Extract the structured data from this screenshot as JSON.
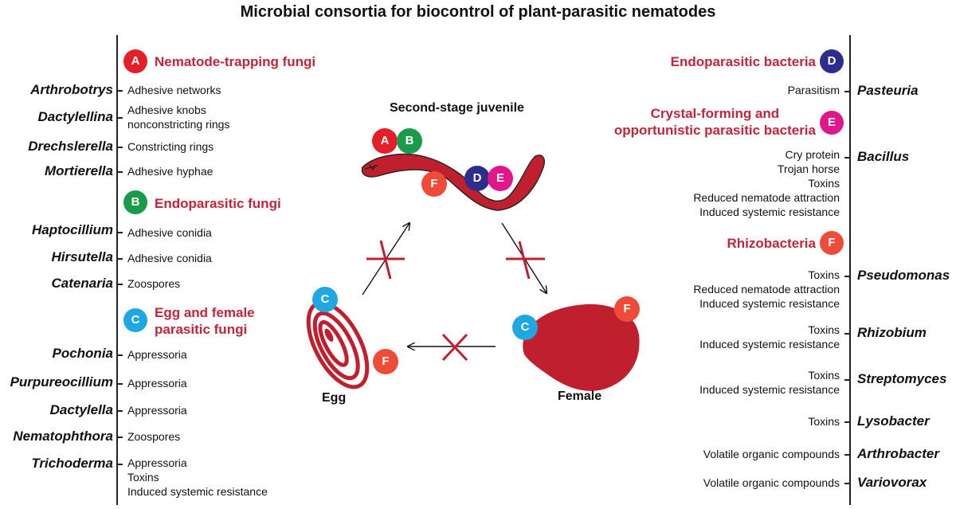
{
  "title": "Microbial consortia for biocontrol of plant-parasitic nematodes",
  "colors": {
    "A": "#e32028",
    "B": "#1a9b4a",
    "C": "#1ea7e1",
    "D": "#2d2d8c",
    "E": "#e0168b",
    "F": "#ef4b39",
    "nematode": "#c0202e",
    "category_text": "#c0253a"
  },
  "badges": {
    "A": "A",
    "B": "B",
    "C": "C",
    "D": "D",
    "E": "E",
    "F": "F"
  },
  "left": {
    "categories": [
      {
        "badge": "A",
        "label": "Nematode-trapping fungi"
      },
      {
        "badge": "B",
        "label": "Endoparasitic fungi"
      },
      {
        "badge": "C",
        "label_line1": "Egg and female",
        "label_line2": "parasitic fungi"
      }
    ],
    "rows": [
      {
        "genus": "Arthrobotrys",
        "desc": [
          "Adhesive networks"
        ]
      },
      {
        "genus": "Dactylellina",
        "desc": [
          "Adhesive knobs",
          "nonconstricting rings"
        ]
      },
      {
        "genus": "Drechslerella",
        "desc": [
          "Constricting rings"
        ]
      },
      {
        "genus": "Mortierella",
        "desc": [
          "Adhesive hyphae"
        ]
      },
      {
        "genus": "Haptocillium",
        "desc": [
          "Adhesive conidia"
        ]
      },
      {
        "genus": "Hirsutella",
        "desc": [
          "Adhesive conidia"
        ]
      },
      {
        "genus": "Catenaria",
        "desc": [
          "Zoospores"
        ]
      },
      {
        "genus": "Pochonia",
        "desc": [
          "Appressoria"
        ]
      },
      {
        "genus": "Purpureocillium",
        "desc": [
          "Appressoria"
        ]
      },
      {
        "genus": "Dactylella",
        "desc": [
          "Appressoria"
        ]
      },
      {
        "genus": "Nematophthora",
        "desc": [
          "Zoospores"
        ]
      },
      {
        "genus": "Trichoderma",
        "desc": [
          "Appressoria",
          "Toxins",
          "Induced systemic resistance"
        ]
      }
    ]
  },
  "right": {
    "categories": [
      {
        "badge": "D",
        "label": "Endoparasitic bacteria"
      },
      {
        "badge": "E",
        "label_line1": "Crystal-forming and",
        "label_line2": "opportunistic parasitic bacteria"
      },
      {
        "badge": "F",
        "label": "Rhizobacteria"
      }
    ],
    "rows": [
      {
        "genus": "Pasteuria",
        "desc": [
          "Parasitism"
        ]
      },
      {
        "genus": "Bacillus",
        "desc": [
          "Cry protein",
          "Trojan horse",
          "Toxins",
          "Reduced nematode attraction",
          "Induced systemic resistance"
        ]
      },
      {
        "genus": "Pseudomonas",
        "desc": [
          "Toxins",
          "Reduced nematode attraction",
          "Induced systemic resistance"
        ]
      },
      {
        "genus": "Rhizobium",
        "desc": [
          "Toxins",
          "Induced systemic resistance"
        ]
      },
      {
        "genus": "Streptomyces",
        "desc": [
          "Toxins",
          "Induced systemic resistance"
        ]
      },
      {
        "genus": "Lysobacter",
        "desc": [
          "Toxins"
        ]
      },
      {
        "genus": "Arthrobacter",
        "desc": [
          "Volatile organic compounds"
        ]
      },
      {
        "genus": "Variovorax",
        "desc": [
          "Volatile organic compounds"
        ]
      }
    ]
  },
  "lifecycle": {
    "juvenile": "Second-stage juvenile",
    "female": "Female",
    "egg": "Egg"
  }
}
